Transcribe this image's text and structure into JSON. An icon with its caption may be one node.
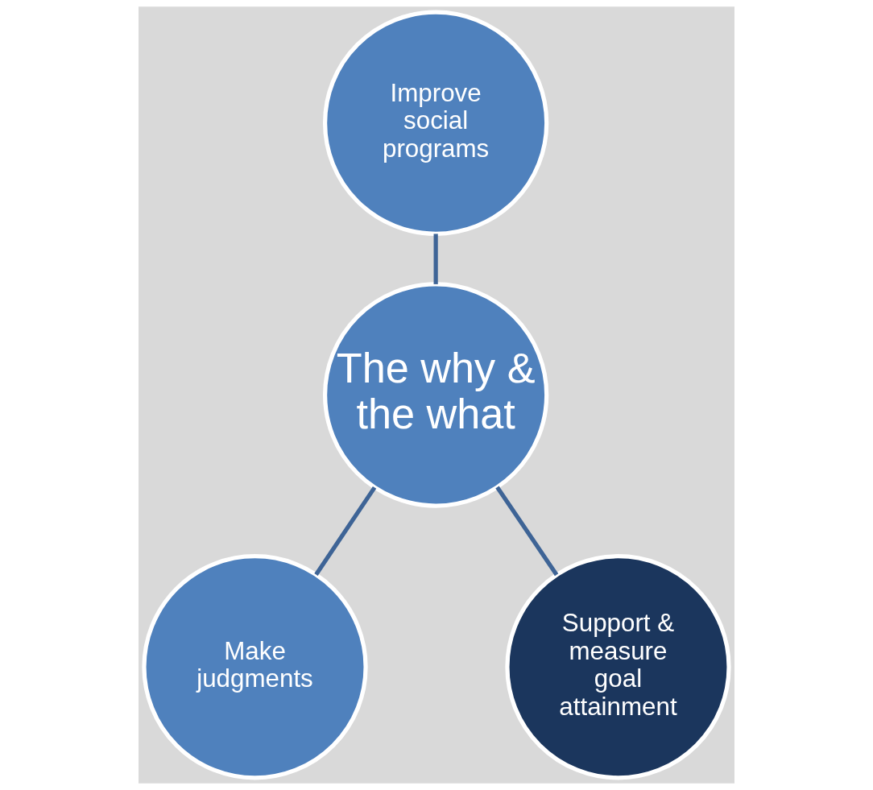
{
  "diagram": {
    "nodes": [
      {
        "text": [
          "Improve social programs"
        ]
      },
      {
        "text": [
          "The why & the what"
        ]
      },
      {
        "text": [
          "Make judgments"
        ]
      },
      {
        "text": [
          "Support & measure goal attainment"
        ]
      }
    ],
    "edges": [
      {
        "from": 0,
        "to": 1,
        "arrow": "none"
      },
      {
        "from": 1,
        "to": 2,
        "arrow": "none"
      },
      {
        "from": 1,
        "to": 3,
        "arrow": "none"
      }
    ]
  }
}
